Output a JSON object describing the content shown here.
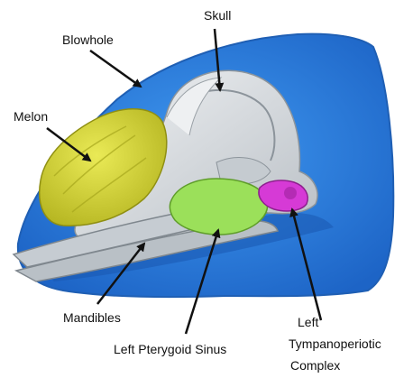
{
  "labels": {
    "skull": "Skull",
    "blowhole": "Blowhole",
    "melon": "Melon",
    "mandibles": "Mandibles",
    "left_pterygoid_sinus": "Left Pterygoid Sinus",
    "left_tympanoperiotic_line1": "Left",
    "left_tympanoperiotic_line2": "Tympanoperiotic",
    "left_tympanoperiotic_line3": "Complex"
  },
  "colors": {
    "head_surface": "#2f7fd9",
    "head_outline": "#1f5fb4",
    "bone": "#dfe3e6",
    "bone_shadow": "#9ea6ad",
    "melon": "#d8d83a",
    "pterygoid_sinus": "#9be05a",
    "tympanoperiotic": "#d63ad6",
    "arrow": "#111111"
  }
}
